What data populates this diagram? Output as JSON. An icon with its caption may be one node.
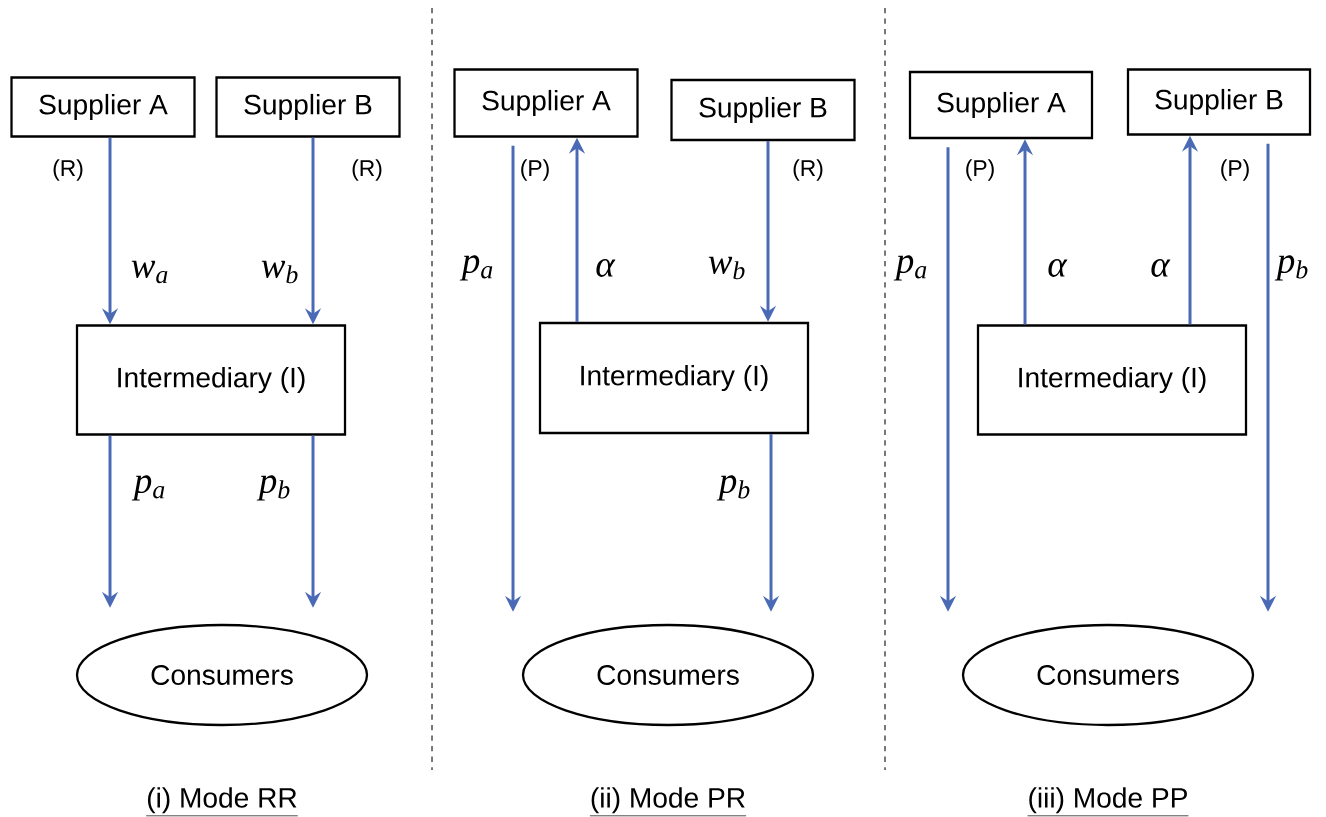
{
  "diagram": {
    "nodes": [
      {
        "text": [
          "Supplier A"
        ]
      },
      {
        "text": [
          "Supplier B"
        ]
      },
      {
        "text": [
          "Intermediary (I)"
        ]
      },
      {
        "text": [
          "Consumers"
        ]
      },
      {
        "text": [
          "Supplier A"
        ]
      },
      {
        "text": [
          "Supplier B"
        ]
      },
      {
        "text": [
          "Intermediary (I)"
        ]
      },
      {
        "text": [
          "Consumers"
        ]
      },
      {
        "text": [
          "Supplier A"
        ]
      },
      {
        "text": [
          "Supplier B"
        ]
      },
      {
        "text": [
          "Intermediary (I)"
        ]
      },
      {
        "text": [
          "Consumers"
        ]
      }
    ],
    "edges": [
      {
        "from": 0,
        "to": 2,
        "arrow": "to",
        "label": "w$_{a}$"
      },
      {
        "from": 1,
        "to": 2,
        "arrow": "to",
        "label": "w$_{b}$"
      },
      {
        "from": 2,
        "to": 3,
        "arrow": "to",
        "label": "p$_{a}$"
      },
      {
        "from": 2,
        "to": 3,
        "arrow": "to",
        "label": "p$_{b}$"
      },
      {
        "from": 4,
        "to": 7,
        "arrow": "to",
        "label": "p$_{a}$"
      },
      {
        "from": 6,
        "to": 4,
        "arrow": "to",
        "label": "α"
      },
      {
        "from": 5,
        "to": 6,
        "arrow": "to",
        "label": "w$_{b}$"
      },
      {
        "from": 6,
        "to": 7,
        "arrow": "to",
        "label": "p$_{b}$"
      },
      {
        "from": 8,
        "to": 11,
        "arrow": "to",
        "label": "p$_{a}$"
      },
      {
        "from": 10,
        "to": 8,
        "arrow": "to",
        "label": "α"
      },
      {
        "from": 10,
        "to": 9,
        "arrow": "to",
        "label": "α"
      },
      {
        "from": 9,
        "to": 11,
        "arrow": "to",
        "label": "p$_{b}$"
      }
    ],
    "labels": [
      "(R)",
      "(R)",
      "(P)",
      "(R)",
      "(P)",
      "(P)",
      "(i) Mode RR",
      "(ii) Mode PR",
      "(iii) Mode PP"
    ]
  }
}
